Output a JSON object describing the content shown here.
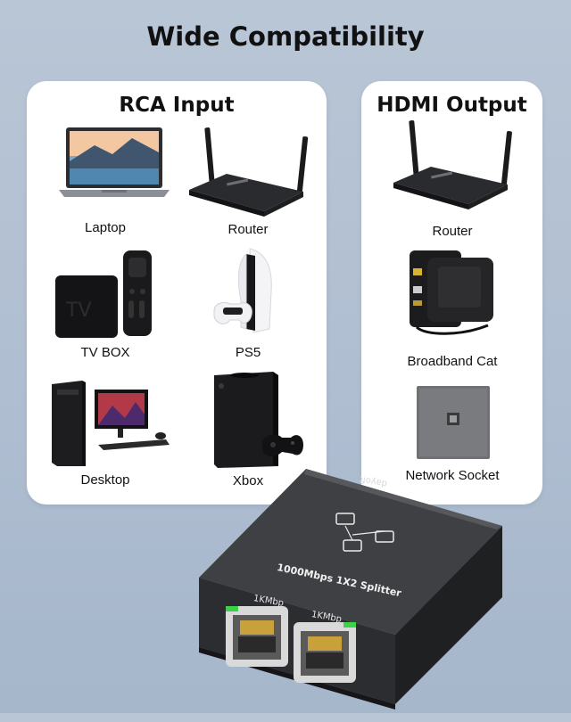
{
  "title": "Wide Compatibility",
  "left_panel": {
    "title": "RCA Input",
    "devices": [
      {
        "label": "Laptop",
        "icon": "laptop-icon"
      },
      {
        "label": "Router",
        "icon": "router-icon"
      },
      {
        "label": "TV BOX",
        "icon": "tv-box-icon"
      },
      {
        "label": "PS5",
        "icon": "ps5-console-icon"
      },
      {
        "label": "Desktop",
        "icon": "desktop-computer-icon"
      },
      {
        "label": "Xbox",
        "icon": "xbox-console-icon"
      }
    ]
  },
  "right_panel": {
    "title": "HDMI Output",
    "devices": [
      {
        "label": "Router",
        "icon": "router-icon"
      },
      {
        "label": "Broadband Cat",
        "icon": "modem-icon"
      },
      {
        "label": "Network Socket",
        "icon": "network-socket-icon"
      }
    ]
  },
  "product": {
    "splitter_label": "1000Mbps 1X2 Splitter",
    "brand": "dayoft",
    "port_labels": [
      "1KMbp",
      "1KMbp"
    ],
    "body_color": "#3c3d40",
    "led_color": "#3bd24a"
  }
}
